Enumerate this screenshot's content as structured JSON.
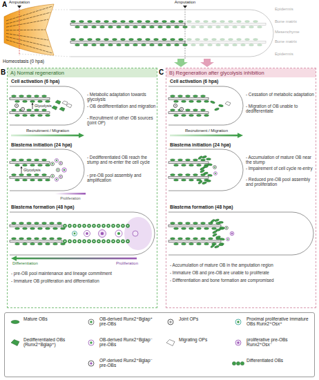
{
  "diagram": {
    "nodes": [
      {
        "text": [
          "A) Normal regeneration"
        ]
      },
      {
        "text": [
          "B) Regeneration after glycolysis inhibition"
        ]
      }
    ],
    "labels": [
      "A",
      "Amputation",
      "Homeostasis (0 hpa)",
      "Amputation",
      "Epidermis",
      "Bone matrix",
      "Mesenchyme",
      "Bone matrix",
      "Epidermis",
      "B",
      "Cell activation (6 hpa)",
      "Glycolysis",
      "- Metabolic adaptation towards glycolysis",
      "- OB dedifferentiation and migration",
      "- Recruitment of other OB sources (joint OP)",
      "Recruitment / Migration",
      "Blastema initiation (24 hpa)",
      "Glycolysis",
      "- Dedifferentiated OB reach the stump and re-enter the cell cycle",
      "- pre-OB pool assembly and amplification",
      "Proliferation",
      "Blastema formation (48 hpa)",
      "Differentiation",
      "Proliferation",
      "- pre-OB pool maintenance and lineage commitment",
      "- Immature OB proliferation and differentiation",
      "C",
      "Cell activation (6 hpa)",
      "- Cessation of metabolic adaptation",
      "- Migration of OB unable to dedifferentiate",
      "Recruitment / Migration",
      "Blastema initiation (24 hpa)",
      "- Accumulation of mature OB near the stump",
      "- Impairement of cell cycle re-entry",
      "- Reduced pre-OB pool assembly and proliferation",
      "Blastema formation (48 hpa)",
      "- Accumulation of mature OB in the amputation region",
      "- Immature OB and pre-OB are unable to proliferate",
      "- Diffferentiation and bone formation are compromised"
    ],
    "legend": [
      {
        "text": "Mature OBs"
      },
      {
        "text": "OB-derived Runx2⁺Bglap⁺ pre-OBs"
      },
      {
        "text": "Joint OPs"
      },
      {
        "text": "Proximal proliferative immature OBs Runx2⁺Osx⁺"
      },
      {
        "text": "Dedifferentiated OBs (Runx2⁺Bglap⁺)"
      },
      {
        "text": "OB-derived Runx2⁺Bglap⁻ pre-OBs"
      },
      {
        "text": "Migrating OPs"
      },
      {
        "text": "proliferative pre-OBs Runx2⁺Osx⁻"
      },
      {
        "text": "OP-derived Runx2⁺Bglap⁻ pre-OBs"
      },
      {
        "text": "Differentiated OBs"
      }
    ]
  }
}
